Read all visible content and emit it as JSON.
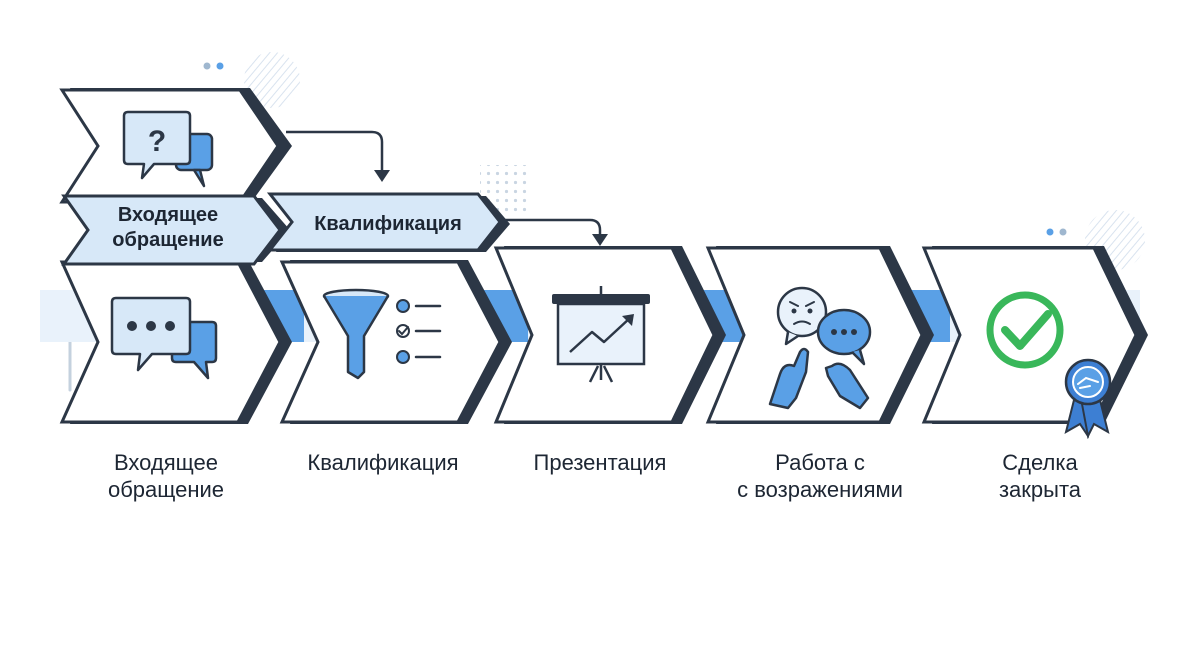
{
  "colors": {
    "dark": "#2c3746",
    "blue": "#5aa0e6",
    "light_blue": "#d7e8f8",
    "pale_blue": "#e9f2fb",
    "green": "#39b75a",
    "badge": "#3d7fd3"
  },
  "banners": {
    "incoming": [
      "Входящее",
      "обращение"
    ],
    "qualification": "Квалификация"
  },
  "stages": [
    {
      "key": "incoming",
      "lines": [
        "Входящее",
        "обращение"
      ],
      "icon": "chat-bubbles-icon"
    },
    {
      "key": "qualification",
      "lines": [
        "Квалификация"
      ],
      "icon": "funnel-checklist-icon"
    },
    {
      "key": "presentation",
      "lines": [
        "Презентация"
      ],
      "icon": "presentation-board-icon"
    },
    {
      "key": "objections",
      "lines": [
        "Работа с",
        "с возражениями"
      ],
      "icon": "objection-people-icon"
    },
    {
      "key": "closed",
      "lines": [
        "Сделка",
        "закрыта"
      ],
      "icon": "check-badge-icon"
    }
  ],
  "top_card_icon": "question-chat-icon"
}
